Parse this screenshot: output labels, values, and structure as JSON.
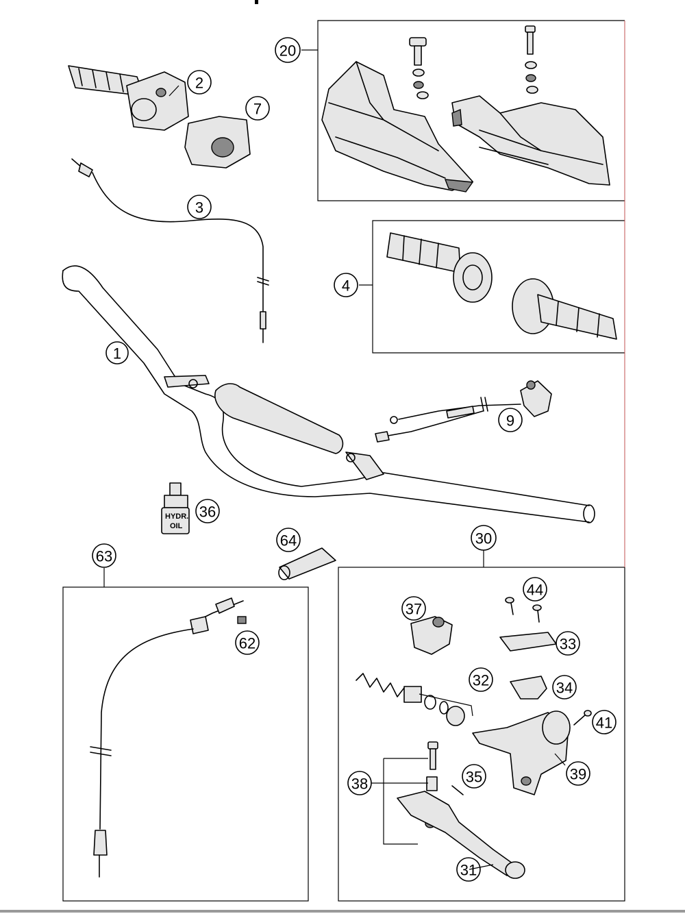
{
  "diagram": {
    "callouts": {
      "c1": "1",
      "c2": "2",
      "c3": "3",
      "c4": "4",
      "c7": "7",
      "c9": "9",
      "c20": "20",
      "c30": "30",
      "c31": "31",
      "c32": "32",
      "c33": "33",
      "c34": "34",
      "c35": "35",
      "c36": "36",
      "c37": "37",
      "c38": "38",
      "c39": "39",
      "c41": "41",
      "c44": "44",
      "c62": "62",
      "c63": "63",
      "c64": "64"
    },
    "bottle_label": {
      "line1": "HYDR.",
      "line2": "OIL"
    }
  }
}
